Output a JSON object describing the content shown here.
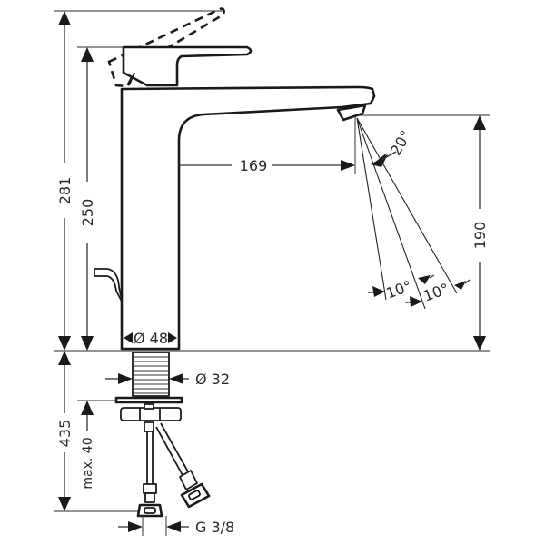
{
  "drawing": {
    "title": "Basin mixer technical dimension drawing",
    "dimensions": {
      "total_height_open": "281",
      "total_height": "250",
      "spout_reach": "169",
      "spout_height": "190",
      "spray_angle": "20°",
      "spray_angle_left": "10°",
      "spray_angle_right": "10°",
      "body_diameter": "Ø 48",
      "shank_diameter": "Ø 32",
      "hose_length": "435",
      "max_deck_thickness": "max. 40",
      "connection_thread": "G 3/8"
    },
    "colors": {
      "line": "#1a1a1a",
      "background": "#ffffff"
    }
  }
}
